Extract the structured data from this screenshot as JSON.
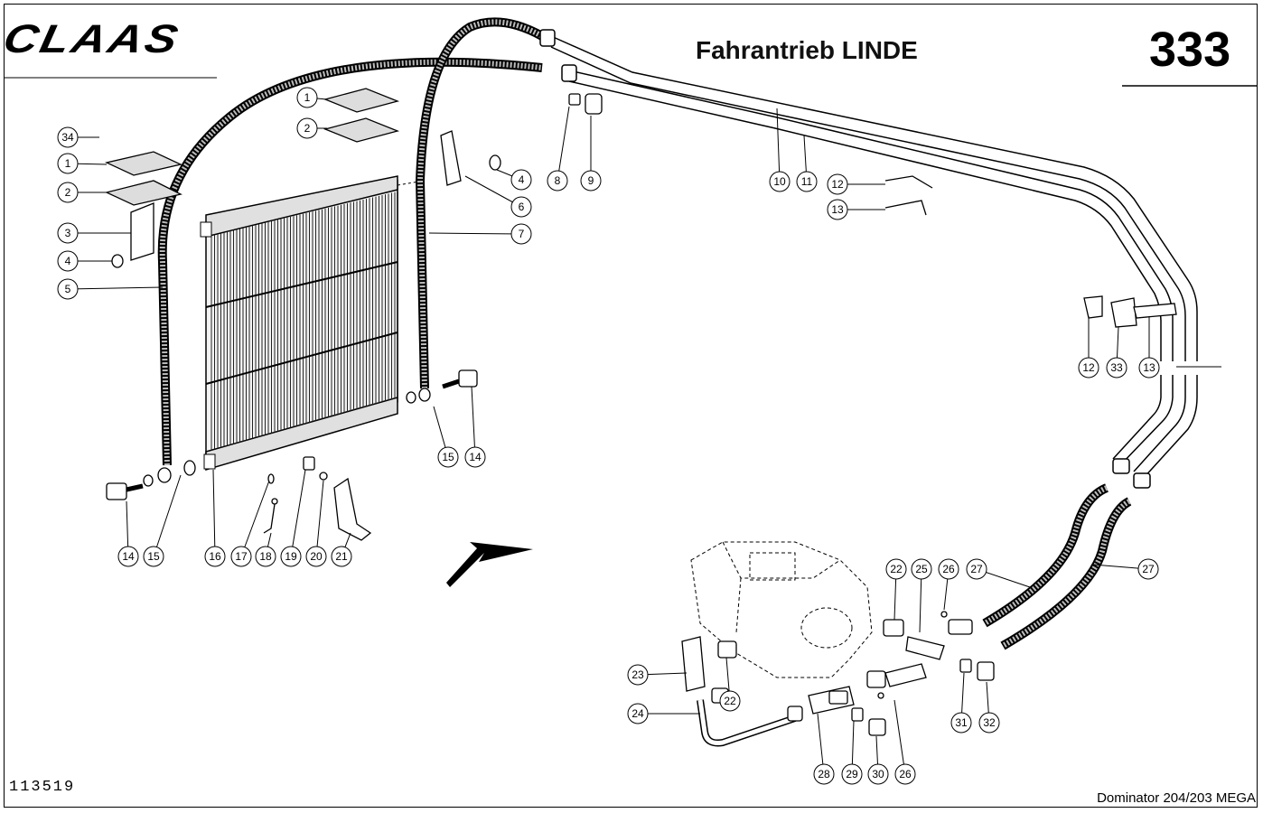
{
  "header": {
    "brand": "CLAAS",
    "title": "Fahrantrieb LINDE",
    "page_number": "333"
  },
  "footer": {
    "drawing_number": "113519",
    "model": "Dominator 204/203 MEGA"
  },
  "callouts": [
    {
      "id": "c34",
      "label": "34"
    },
    {
      "id": "c1a",
      "label": "1"
    },
    {
      "id": "c2a",
      "label": "2"
    },
    {
      "id": "c3",
      "label": "3"
    },
    {
      "id": "c4a",
      "label": "4"
    },
    {
      "id": "c5",
      "label": "5"
    },
    {
      "id": "c1b",
      "label": "1"
    },
    {
      "id": "c2b",
      "label": "2"
    },
    {
      "id": "c4b",
      "label": "4"
    },
    {
      "id": "c6",
      "label": "6"
    },
    {
      "id": "c7",
      "label": "7"
    },
    {
      "id": "c8",
      "label": "8"
    },
    {
      "id": "c9",
      "label": "9"
    },
    {
      "id": "c10",
      "label": "10"
    },
    {
      "id": "c11",
      "label": "11"
    },
    {
      "id": "c12a",
      "label": "12"
    },
    {
      "id": "c13a",
      "label": "13"
    },
    {
      "id": "c12b",
      "label": "12"
    },
    {
      "id": "c33",
      "label": "33"
    },
    {
      "id": "c13b",
      "label": "13"
    },
    {
      "id": "c15a",
      "label": "15"
    },
    {
      "id": "c14a",
      "label": "14"
    },
    {
      "id": "c14b",
      "label": "14"
    },
    {
      "id": "c15b",
      "label": "15"
    },
    {
      "id": "c16",
      "label": "16"
    },
    {
      "id": "c17",
      "label": "17"
    },
    {
      "id": "c18",
      "label": "18"
    },
    {
      "id": "c19",
      "label": "19"
    },
    {
      "id": "c20",
      "label": "20"
    },
    {
      "id": "c21",
      "label": "21"
    },
    {
      "id": "c22a",
      "label": "22"
    },
    {
      "id": "c25",
      "label": "25"
    },
    {
      "id": "c26a",
      "label": "26"
    },
    {
      "id": "c27a",
      "label": "27"
    },
    {
      "id": "c27b",
      "label": "27"
    },
    {
      "id": "c23",
      "label": "23"
    },
    {
      "id": "c22b",
      "label": "22"
    },
    {
      "id": "c24",
      "label": "24"
    },
    {
      "id": "c31",
      "label": "31"
    },
    {
      "id": "c32",
      "label": "32"
    },
    {
      "id": "c28",
      "label": "28"
    },
    {
      "id": "c29",
      "label": "29"
    },
    {
      "id": "c30",
      "label": "30"
    },
    {
      "id": "c26b",
      "label": "26"
    }
  ]
}
